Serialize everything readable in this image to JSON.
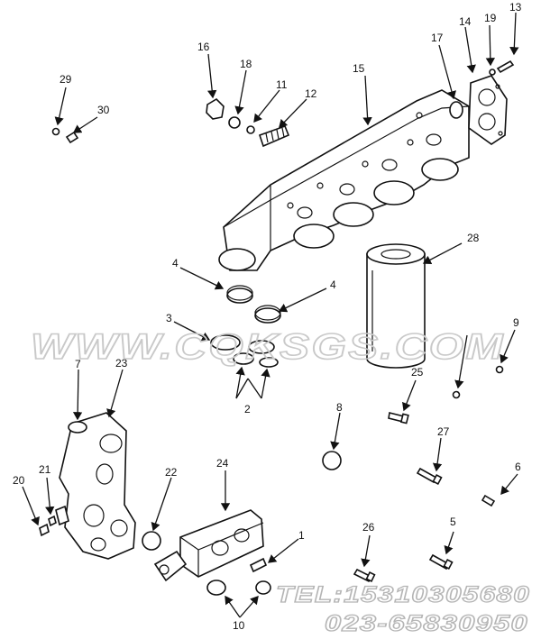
{
  "callouts": [
    "1",
    "2",
    "3",
    "4",
    "4",
    "5",
    "6",
    "7",
    "8",
    "9",
    "10",
    "11",
    "12",
    "13",
    "14",
    "15",
    "16",
    "17",
    "18",
    "19",
    "20",
    "21",
    "22",
    "23",
    "24",
    "25",
    "26",
    "27",
    "28",
    "29",
    "30"
  ],
  "watermark": "WWW.CQKSGS.COM",
  "contact": {
    "tel": "TEL:15310305680",
    "phone": "023-65830950"
  }
}
